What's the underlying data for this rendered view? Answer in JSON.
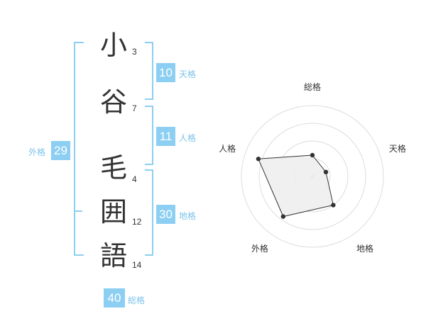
{
  "name": {
    "chars": [
      {
        "char": "小",
        "strokes": "3"
      },
      {
        "char": "谷",
        "strokes": "7"
      },
      {
        "char": "毛",
        "strokes": "4"
      },
      {
        "char": "囲",
        "strokes": "12"
      },
      {
        "char": "語",
        "strokes": "14"
      }
    ]
  },
  "kaku": {
    "tenkaku": {
      "value": "10",
      "label": "天格"
    },
    "jinkaku": {
      "value": "11",
      "label": "人格"
    },
    "chikaku": {
      "value": "30",
      "label": "地格"
    },
    "gaikaku": {
      "value": "29",
      "label": "外格"
    },
    "soukaku": {
      "value": "40",
      "label": "総格"
    }
  },
  "colors": {
    "accent": "#8ccff2",
    "accent_text": "#7ec3ea",
    "radar_fill": "#eeeeee",
    "ring": "#dddddd"
  },
  "chart_data": {
    "type": "radar",
    "axes": [
      "総格",
      "天格",
      "地格",
      "外格",
      "人格"
    ],
    "values": [
      0.3,
      0.2,
      0.5,
      0.7,
      0.8
    ],
    "rings": 4,
    "range": [
      0,
      1
    ]
  }
}
